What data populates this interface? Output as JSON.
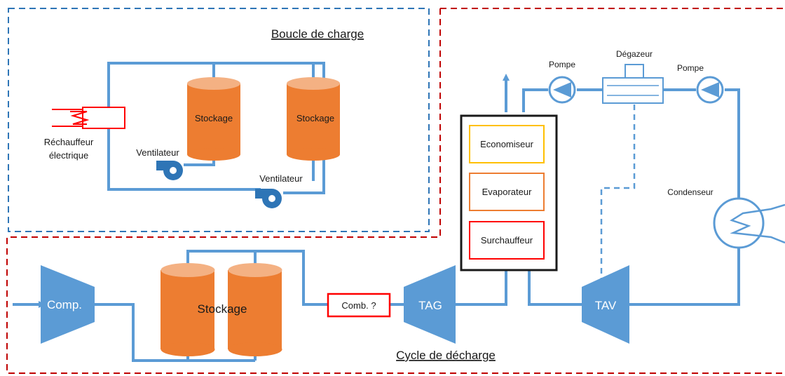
{
  "title_charge": "Boucle de charge",
  "title_discharge": "Cycle de décharge",
  "heater": {
    "line1": "Réchauffeur",
    "line2": "électrique"
  },
  "charge_storage": [
    "Stockage",
    "Stockage"
  ],
  "fan_label": "Ventilateur",
  "discharge_storage": "Stockage",
  "compressor": "Comp.",
  "combustor": "Comb. ?",
  "gas_turbine": "TAG",
  "steam_turbine": "TAV",
  "hrsg": [
    "Economiseur",
    "Evaporateur",
    "Surchauffeur"
  ],
  "pump_label": "Pompe",
  "deaerator": "Dégazeur",
  "condenser": "Condenseur",
  "colors": {
    "pipe": "#5b9bd5",
    "storage": "#ed7d31",
    "storage_top": "#f4b183",
    "charge_border": "#2e75b6",
    "discharge_border": "#c00000",
    "economiser": "#ffc000",
    "evaporator": "#ed7d31",
    "superheater": "#ff0000"
  }
}
